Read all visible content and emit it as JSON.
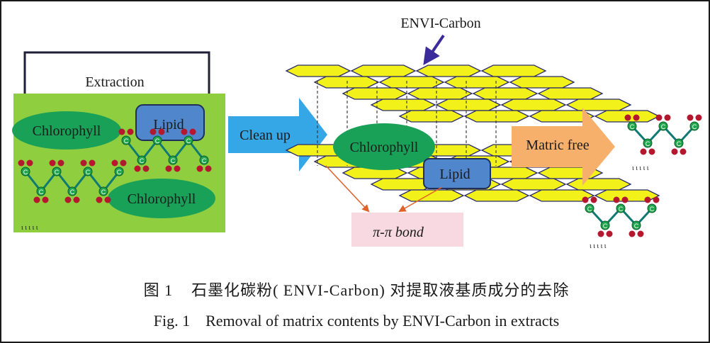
{
  "labels": {
    "extraction": "Extraction",
    "chlorophyll": "Chlorophyll",
    "lipid": "Lipid",
    "clean_up": "Clean up",
    "envi_carbon": "ENVI-Carbon",
    "matric_free": "Matric free",
    "pi_bond": "π-π bond",
    "c": "C"
  },
  "caption": {
    "cn": "图 1    石墨化碳粉( ENVI-Carbon) 对提取液基质成分的去除",
    "en": "Fig. 1    Removal of matrix contents by ENVI-Carbon in extracts"
  },
  "colors": {
    "green_box": "#8fce3f",
    "green_ellipse": "#1aa158",
    "lipid_blue": "#4f86cc",
    "carbon_yellow": "#f2f21a",
    "clean_arrow": "#35a6e6",
    "free_arrow": "#f7b06b",
    "pi_box": "#f8d9e2",
    "envi_arrow": "#3b2a9c"
  }
}
